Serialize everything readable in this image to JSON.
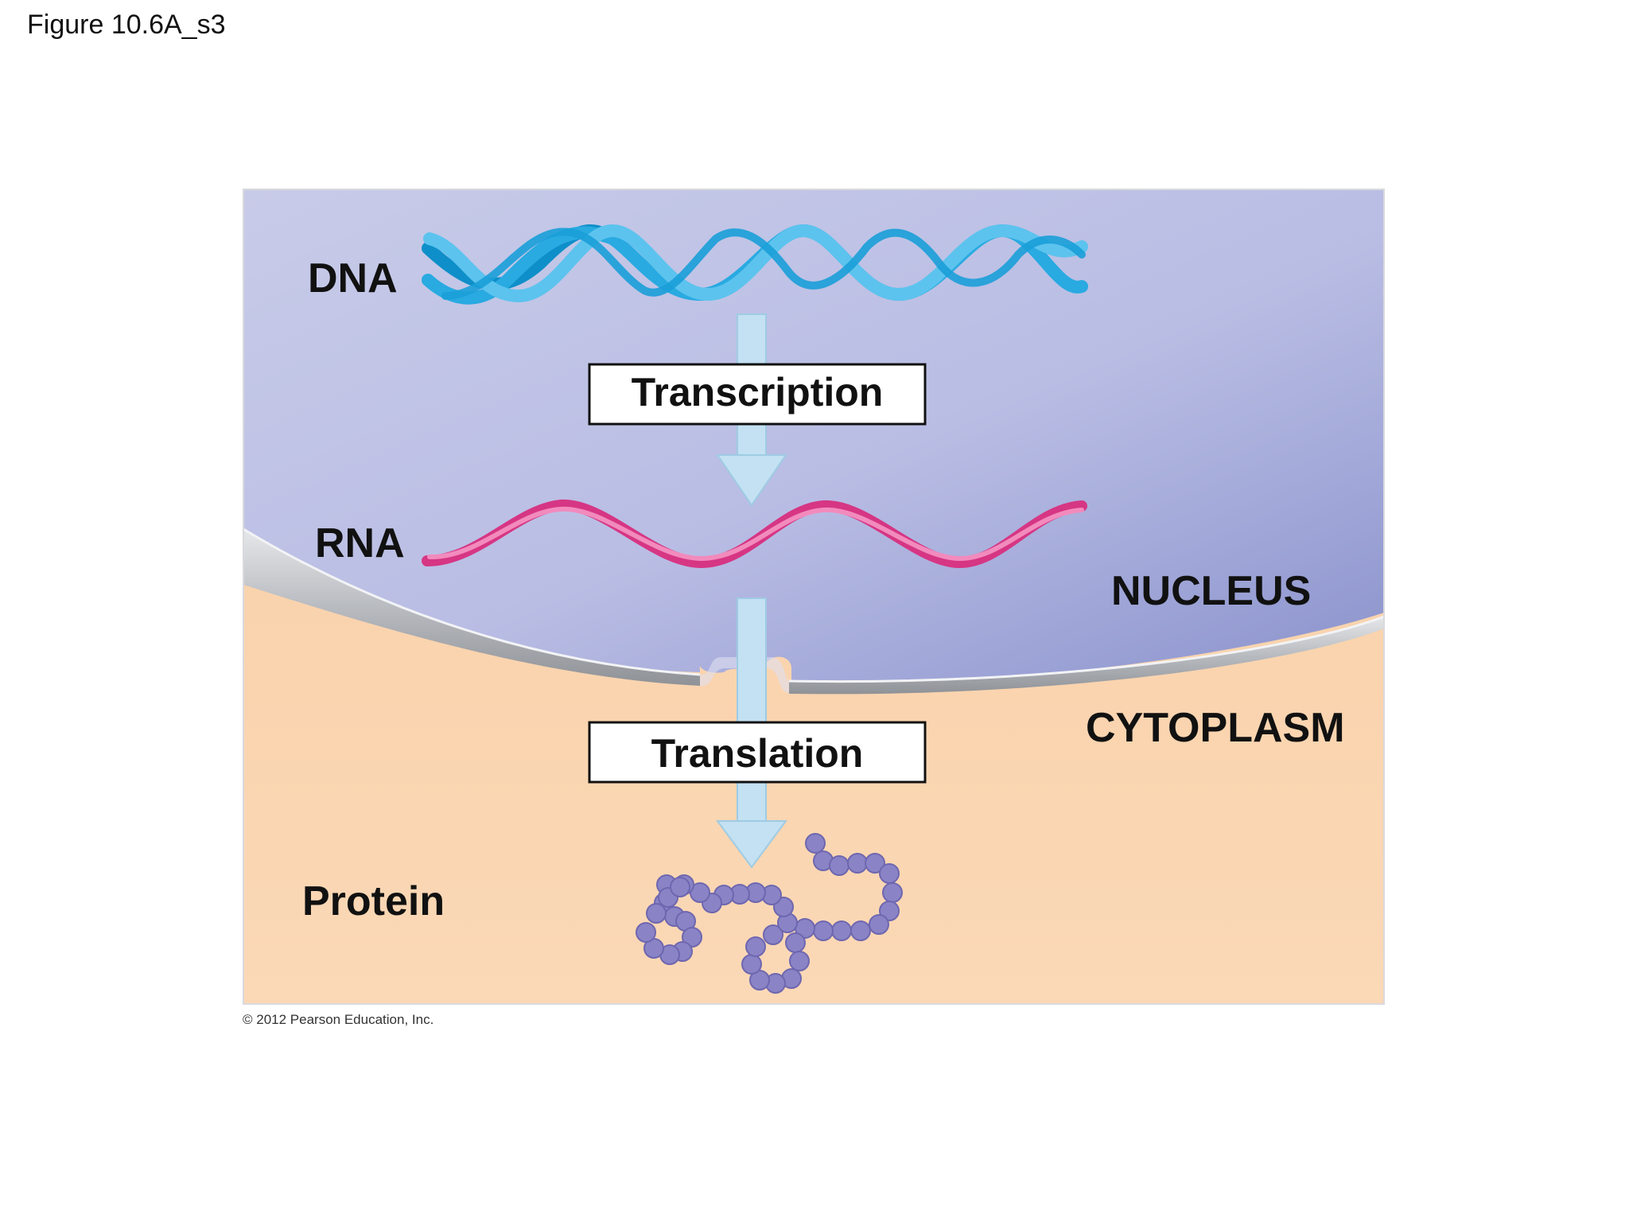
{
  "figure": {
    "title": "Figure 10.6A_s3",
    "copyright": "© 2012 Pearson Education, Inc."
  },
  "labels": {
    "dna": "DNA",
    "rna": "RNA",
    "protein": "Protein",
    "nucleus": "NUCLEUS",
    "cytoplasm": "CYTOPLASM"
  },
  "steps": {
    "transcription": "Transcription",
    "translation": "Translation"
  },
  "colors": {
    "nucleus": "#b3b8e0",
    "cytoplasm": "#f9d3ad",
    "dna": "#29aae1",
    "rna": "#e8549c",
    "protein": "#8a84c6",
    "arrow": "#c0e0f2",
    "membrane": "#b6b9bd"
  }
}
